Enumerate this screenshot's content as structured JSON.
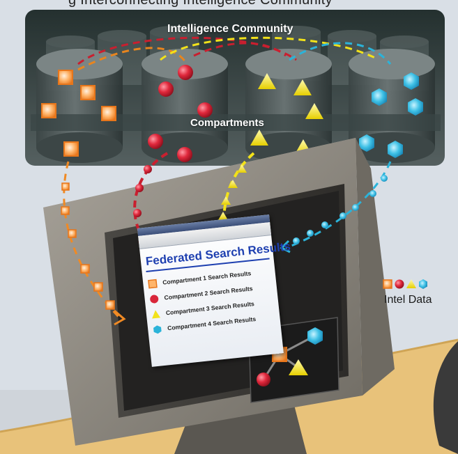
{
  "header": {
    "partial_title": "g Interconnecting Intelligence Community"
  },
  "community": {
    "label": "Intelligence Community"
  },
  "compartments": {
    "label": "Compartments"
  },
  "search_window": {
    "title": "Federated Search Results",
    "results": [
      {
        "icon": "orange-square-icon",
        "label": "Compartment 1 Search Results"
      },
      {
        "icon": "red-circle-icon",
        "label": "Compartment 2 Search Results"
      },
      {
        "icon": "yellow-triangle-icon",
        "label": "Compartment 3 Search Results"
      },
      {
        "icon": "blue-hexagon-icon",
        "label": "Compartment 4 Search Results"
      }
    ]
  },
  "legend": {
    "label": "Intel Data"
  },
  "colors": {
    "orange": "#f08a24",
    "red": "#d9263a",
    "yellow": "#f2e21a",
    "blue": "#2bb3d9",
    "panel": "#2f3d3d",
    "monitor_frame": "#8c8880",
    "desk": "#e8c27a"
  }
}
